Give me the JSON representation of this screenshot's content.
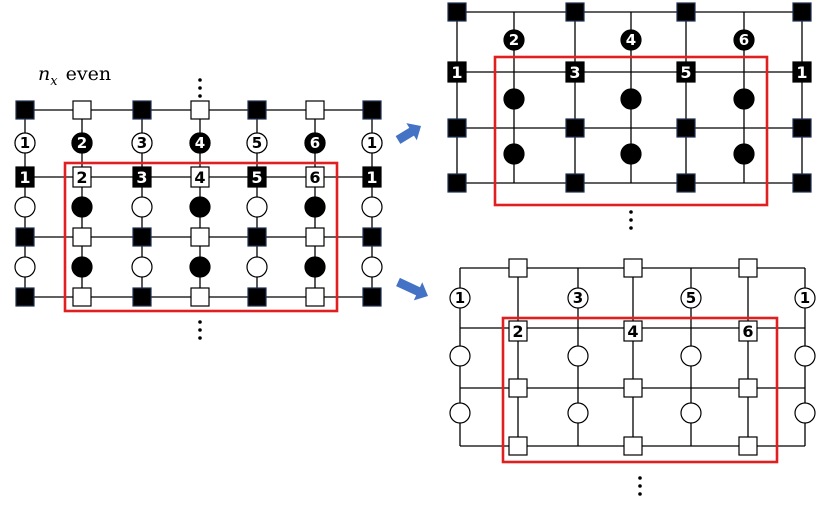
{
  "caption": {
    "variable": "n",
    "subscript": "x",
    "word": "even"
  },
  "colors": {
    "ink": "#000000",
    "paper": "#ffffff",
    "highlight": "#e02020",
    "arrow": "#4472c4",
    "square_edge": "#1f2f4f"
  },
  "left_panel": {
    "circle_labels": [
      "1",
      "2",
      "3",
      "4",
      "5",
      "6",
      "1"
    ],
    "square_labels": [
      "1",
      "2",
      "3",
      "4",
      "5",
      "6",
      "1"
    ],
    "column_parity": [
      "odd",
      "even",
      "odd",
      "even",
      "odd",
      "even",
      "odd"
    ]
  },
  "top_panel": {
    "circle_labels": [
      "2",
      "4",
      "6"
    ],
    "square_labels": [
      "1",
      "3",
      "5",
      "1"
    ]
  },
  "bottom_panel": {
    "circle_labels": [
      "1",
      "3",
      "5",
      "1"
    ],
    "square_labels": [
      "2",
      "4",
      "6"
    ]
  },
  "continuation_symbol": "⋮",
  "icons": {
    "site_odd": "white-circle-icon",
    "site_even": "black-circle-icon",
    "bond_odd": "black-square-icon",
    "bond_even": "white-square-icon",
    "map_arrow": "blue-arrow-icon"
  }
}
